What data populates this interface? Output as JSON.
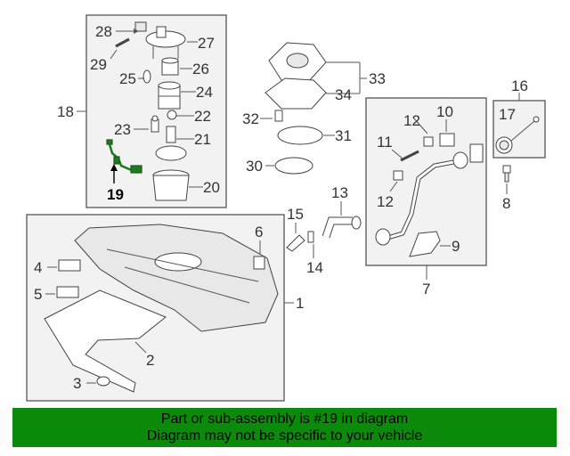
{
  "diagram": {
    "highlighted_part": "19",
    "callouts": [
      "1",
      "2",
      "3",
      "4",
      "5",
      "6",
      "7",
      "8",
      "9",
      "10",
      "11",
      "12",
      "12",
      "13",
      "14",
      "15",
      "16",
      "17",
      "18",
      "19",
      "20",
      "21",
      "22",
      "23",
      "24",
      "25",
      "26",
      "27",
      "28",
      "29",
      "30",
      "31",
      "32",
      "33",
      "34"
    ]
  },
  "banner": {
    "line1": "Part or sub-assembly is #19 in diagram",
    "line2": "Diagram may not be specific to your vehicle",
    "color": "#0b8a0b"
  },
  "highlight_color": "#1e7a1e"
}
